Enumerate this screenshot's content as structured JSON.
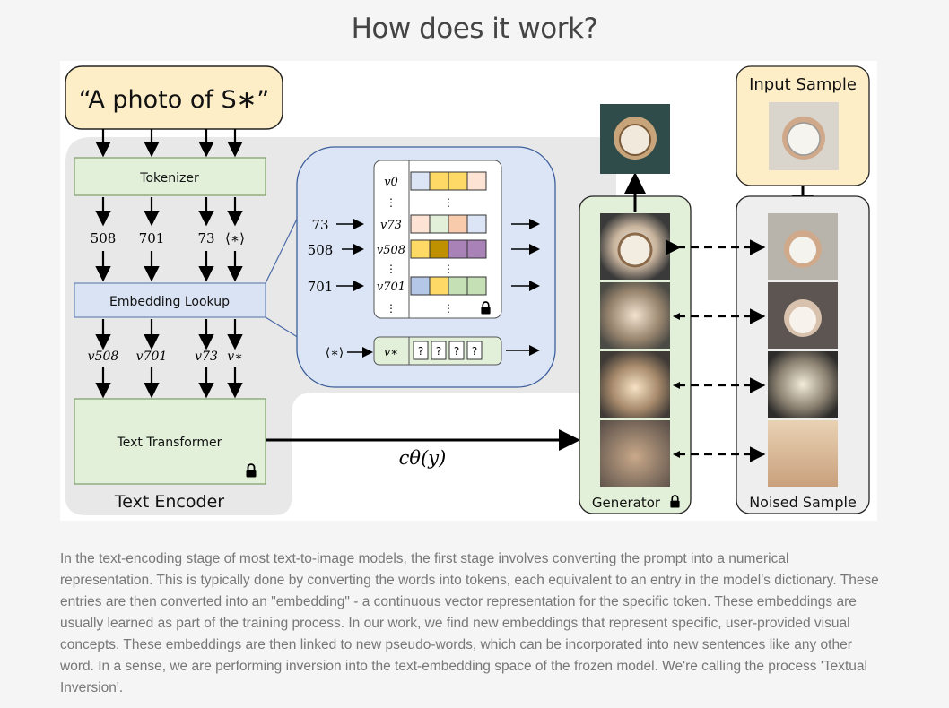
{
  "page": {
    "title": "How does it work?"
  },
  "diagram": {
    "prompt": "“A photo of S∗”",
    "tokenizer_label": "Tokenizer",
    "token_ids": [
      "508",
      "701",
      "73",
      "⟨∗⟩"
    ],
    "embedding_lookup_label": "Embedding Lookup",
    "embedding_vectors": [
      "v508",
      "v701",
      "v73",
      "v∗"
    ],
    "text_transformer_label": "Text Transformer",
    "text_encoder_label": "Text Encoder",
    "lookup_table": {
      "rows": [
        {
          "id": "",
          "vec": "v0"
        },
        {
          "id": "73",
          "vec": "v73"
        },
        {
          "id": "508",
          "vec": "v508"
        },
        {
          "id": "701",
          "vec": "v701"
        }
      ],
      "new_token": "⟨∗⟩",
      "new_vec": "v∗",
      "unknown": [
        "?",
        "?",
        "?",
        "?"
      ],
      "dots": "⋮"
    },
    "conditioning_label": "cθ(y)",
    "generator_label": "Generator",
    "input_sample_label": "Input Sample",
    "noised_sample_label": "Noised Sample",
    "lock_icon": "lock-icon",
    "colors": {
      "prompt_fill": "#fdeec7",
      "encoder_bg": "#e8e8e8",
      "green_fill": "#e2f0d9",
      "blue_fill": "#dae3f3",
      "lookup_bg": "#dbe5f6"
    }
  },
  "description": "In the text-encoding stage of most text-to-image models, the first stage involves converting the prompt into a numerical representation. This is typically done by converting the words into tokens, each equivalent to an entry in the model's dictionary. These entries are then converted into an \"embedding\" - a continuous vector representation for the specific token. These embeddings are usually learned as part of the training process. In our work, we find new embeddings that represent specific, user-provided visual concepts. These embeddings are then linked to new pseudo-words, which can be incorporated into new sentences like any other word. In a sense, we are performing inversion into the text-embedding space of the frozen model. We're calling the process 'Textual Inversion'."
}
